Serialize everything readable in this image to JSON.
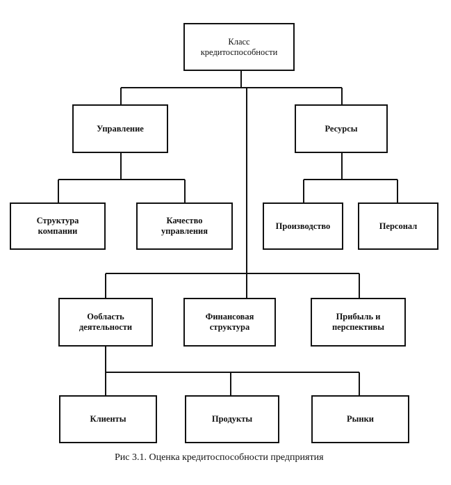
{
  "nodes": {
    "root": "Класс\nкредитоспособности",
    "management": "Управление",
    "resources": "Ресурсы",
    "company_structure": "Структура\nкомпании",
    "management_quality": "Качество\nуправления",
    "production": "Производство",
    "personnel": "Персонал",
    "field_of_activity": "Ообласть\nдеятельности",
    "financial_structure": "Финансовая\nструктура",
    "profit_prospects": "Прибыль и\nперспективы",
    "clients": "Клиенты",
    "products": "Продукты",
    "markets": "Рынки"
  },
  "caption": "Рис 3.1. Оценка кредитоспособности предприятия"
}
